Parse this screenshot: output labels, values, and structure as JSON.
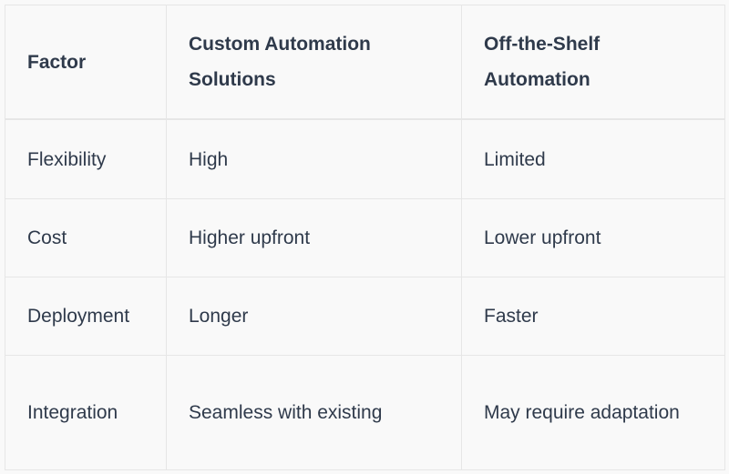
{
  "table": {
    "headers": [
      "Factor",
      "Custom Automation Solutions",
      "Off-the-Shelf Automation"
    ],
    "rows": [
      [
        "Flexibility",
        "High",
        "Limited"
      ],
      [
        "Cost",
        "Higher upfront",
        "Lower upfront"
      ],
      [
        "Deployment",
        "Longer",
        "Faster"
      ],
      [
        "Integration",
        "Seamless with existing",
        "May require adaptation"
      ]
    ]
  },
  "colors": {
    "background": "#f9f9f9",
    "border": "#e6e6e6",
    "text": "#2f3a4b"
  }
}
